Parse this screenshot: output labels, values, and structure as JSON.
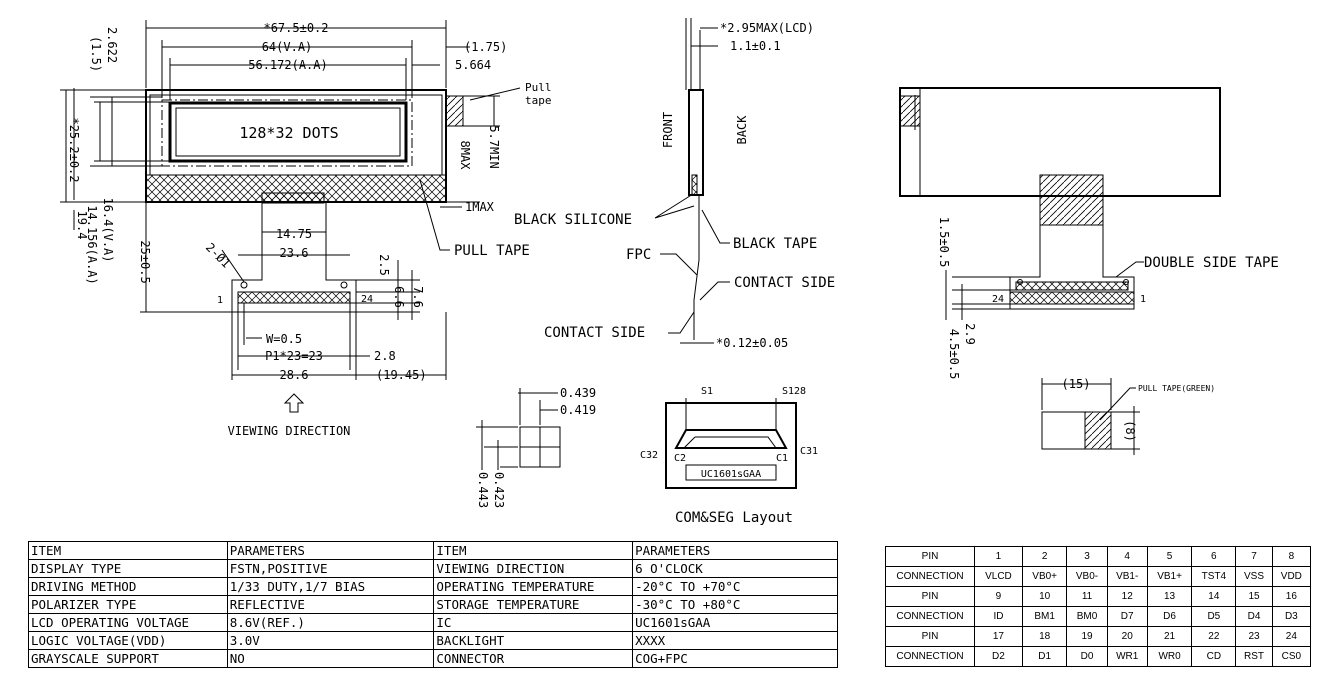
{
  "front_view": {
    "dots": "128*32 DOTS",
    "dim_overall_width": "*67.5±0.2",
    "dim_va_width": "64(V.A)",
    "dim_aa_width": "56.172(A.A)",
    "dim_right_offset": "(1.75)",
    "dim_right_aa": "5.664",
    "dim_2622": "2.622",
    "dim_15": "(1.5)",
    "pull_tape_label": "Pull\ntape",
    "dim_57min": "5.7MIN",
    "dim_8max": "8MAX",
    "dim_1max": "1MAX",
    "dim_height": "*25.2±0.2",
    "dim_aa_height": "14.156(A.A)",
    "dim_va_height": "16.4(V.A)",
    "dim_194": "19.4",
    "dim_fpc_len": "25±0.5",
    "pull_tape": "PULL TAPE",
    "dim_1475": "14.75",
    "dim_236": "23.6",
    "holes": "2-Ø1",
    "dim_25": "2.5",
    "dim_66": "6.6",
    "dim_76": "7.6",
    "pin1": "1",
    "pin24": "24",
    "dim_w": "W=0.5",
    "dim_pitch": "P1*23=23",
    "dim_28": "2.8",
    "dim_286": "28.6",
    "dim_1945": "(19.45)",
    "viewing_direction": "VIEWING DIRECTION"
  },
  "side_view": {
    "dim_295": "*2.95MAX(LCD)",
    "dim_11": "1.1±0.1",
    "front": "FRONT",
    "back": "BACK",
    "black_silicone": "BLACK SILICONE",
    "black_tape": "BLACK TAPE",
    "fpc": "FPC",
    "contact_side_right": "CONTACT SIDE",
    "contact_side_left": "CONTACT SIDE",
    "dim_012": "*0.12±0.05"
  },
  "dot_detail": {
    "dim_0439": "0.439",
    "dim_0419": "0.419",
    "dim_0423": "0.423",
    "dim_0443": "0.443"
  },
  "com_seg": {
    "s1": "S1",
    "s128": "S128",
    "c32": "C32",
    "c2": "C2",
    "c1": "C1",
    "c31": "C31",
    "ic": "UC1601sGAA",
    "caption": "COM&SEG Layout"
  },
  "back_view": {
    "double_side_tape": "DOUBLE SIDE TAPE",
    "dim_15": "1.5±0.5",
    "dim_29": "2.9",
    "dim_45": "4.5±0.5",
    "pin24": "24",
    "pin1": "1",
    "dim_tape_w": "(15)",
    "dim_tape_h": "(8)",
    "pull_tape_green": "PULL TAPE(GREEN)"
  },
  "specs_table": [
    [
      "ITEM",
      "PARAMETERS",
      "ITEM",
      "PARAMETERS"
    ],
    [
      "DISPLAY TYPE",
      "FSTN,POSITIVE",
      "VIEWING DIRECTION",
      "6 O'CLOCK"
    ],
    [
      "DRIVING METHOD",
      "1/33 DUTY,1/7 BIAS",
      "OPERATING TEMPERATURE",
      "-20°C TO +70°C"
    ],
    [
      "POLARIZER TYPE",
      "REFLECTIVE",
      "STORAGE TEMPERATURE",
      "-30°C TO +80°C"
    ],
    [
      "LCD OPERATING VOLTAGE",
      "8.6V(REF.)",
      "IC",
      "UC1601sGAA"
    ],
    [
      "LOGIC  VOLTAGE(VDD)",
      "3.0V",
      "BACKLIGHT",
      "XXXX"
    ],
    [
      "GRAYSCALE SUPPORT",
      "NO",
      "CONNECTOR",
      "COG+FPC"
    ]
  ],
  "pin_table": [
    [
      "PIN",
      "1",
      "2",
      "3",
      "4",
      "5",
      "6",
      "7",
      "8"
    ],
    [
      "CONNECTION",
      "VLCD",
      "VB0+",
      "VB0-",
      "VB1-",
      "VB1+",
      "TST4",
      "VSS",
      "VDD"
    ],
    [
      "PIN",
      "9",
      "10",
      "11",
      "12",
      "13",
      "14",
      "15",
      "16"
    ],
    [
      "CONNECTION",
      "ID",
      "BM1",
      "BM0",
      "D7",
      "D6",
      "D5",
      "D4",
      "D3"
    ],
    [
      "PIN",
      "17",
      "18",
      "19",
      "20",
      "21",
      "22",
      "23",
      "24"
    ],
    [
      "CONNECTION",
      "D2",
      "D1",
      "D0",
      "WR1",
      "WR0",
      "CD",
      "RST",
      "CS0"
    ]
  ]
}
